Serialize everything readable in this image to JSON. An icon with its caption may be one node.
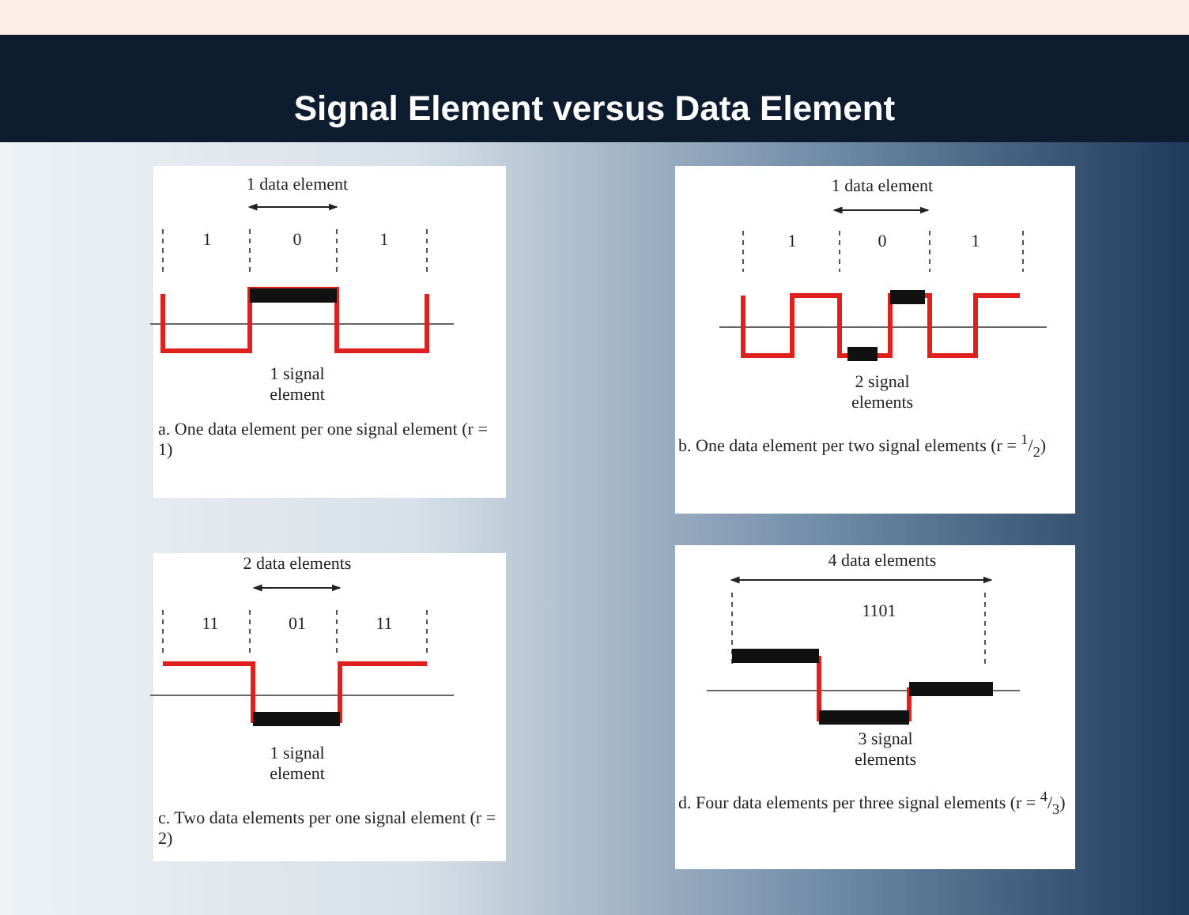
{
  "diagram": {
    "title": "Signal Element versus Data Element",
    "labels": [
      "1 data element",
      "1",
      "0",
      "1",
      "1 signal element",
      "a. One data element per one signal element (r = 1)",
      "1 data element",
      "1",
      "0",
      "1",
      "2 signal elements",
      "b. One data element per two signal elements (r = $^{1}$/$_{2}$)",
      "2 data elements",
      "11",
      "01",
      "11",
      "1 signal element",
      "c. Two data elements per one signal element (r = 2)",
      "4 data elements",
      "1101",
      "3 signal elements",
      "d. Four data elements per three signal elements (r = $^{4}$/$_{3}$)"
    ]
  }
}
